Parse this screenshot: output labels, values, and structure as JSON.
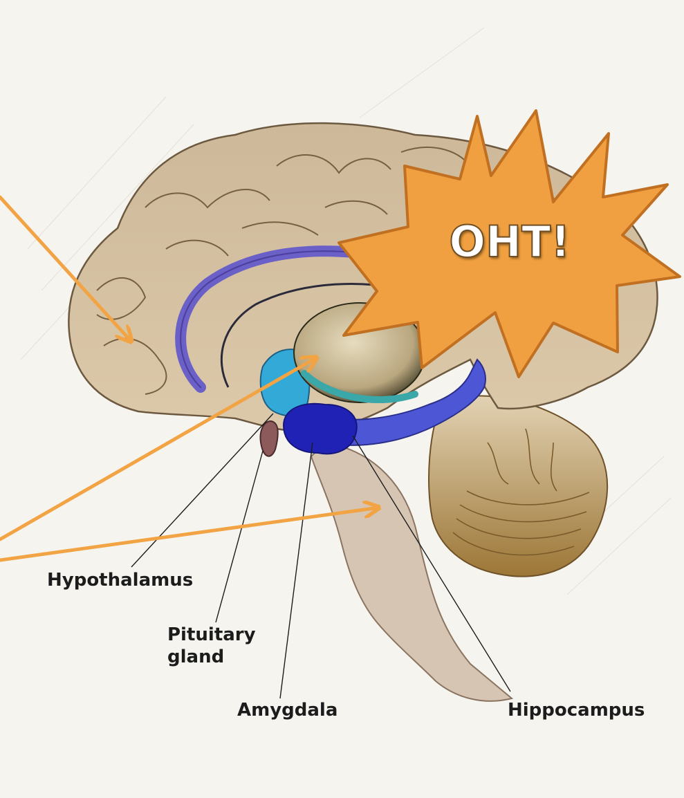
{
  "labels": {
    "hypothalamus": "Hypothalamus",
    "pituitary_line1": "Pituitary",
    "pituitary_line2": "gland",
    "amygdala": "Amygdala",
    "hippocampus": "Hippocampus"
  },
  "callout": {
    "text": "OHT!",
    "fill_color": "#f0a040",
    "stroke_color": "#c07020"
  },
  "colors": {
    "arrow": "#f2a444",
    "brain_tissue": "#d6c3a4",
    "limbic_purple": "#6b5fc8",
    "amygdala_blue": "#1f22b5",
    "hypothalamus_cyan": "#33a9d8"
  }
}
